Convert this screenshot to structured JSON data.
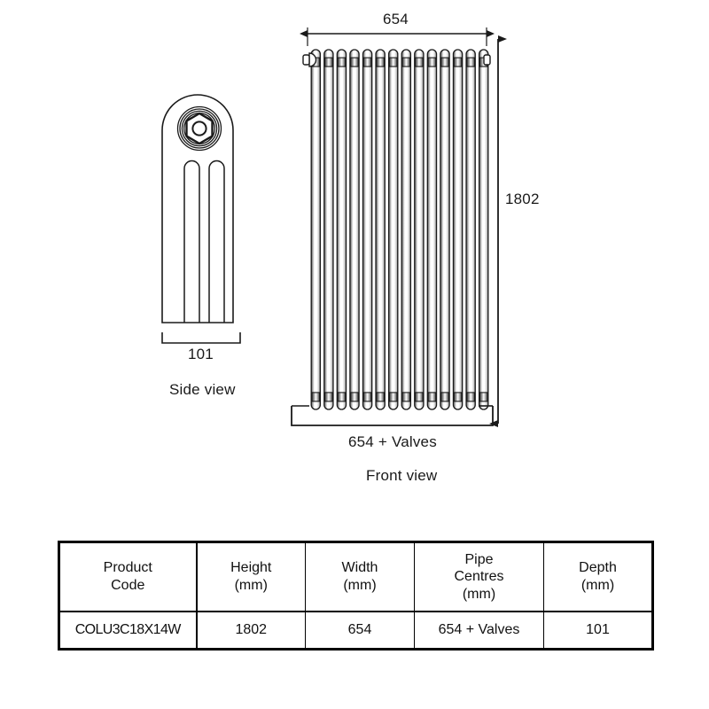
{
  "drawing": {
    "side_view": {
      "caption": "Side view",
      "depth_dimension": "101"
    },
    "front_view": {
      "caption": "Front view",
      "width_dimension": "654",
      "height_dimension": "1802",
      "pipe_centres_dimension": "654 + Valves",
      "column_count": 14
    },
    "line_color": "#1a1a1a",
    "fill_color": "#ffffff"
  },
  "spec_table": {
    "headers": [
      {
        "line1": "Product",
        "line2": "Code",
        "line3": ""
      },
      {
        "line1": "Height",
        "line2": "(mm)",
        "line3": ""
      },
      {
        "line1": "Width",
        "line2": "(mm)",
        "line3": ""
      },
      {
        "line1": "Pipe",
        "line2": "Centres",
        "line3": "(mm)"
      },
      {
        "line1": "Depth",
        "line2": "(mm)",
        "line3": ""
      }
    ],
    "rows": [
      {
        "product_code": "COLU3C18X14W",
        "height": "1802",
        "width": "654",
        "pipe_centres": "654 + Valves",
        "depth": "101"
      }
    ]
  }
}
